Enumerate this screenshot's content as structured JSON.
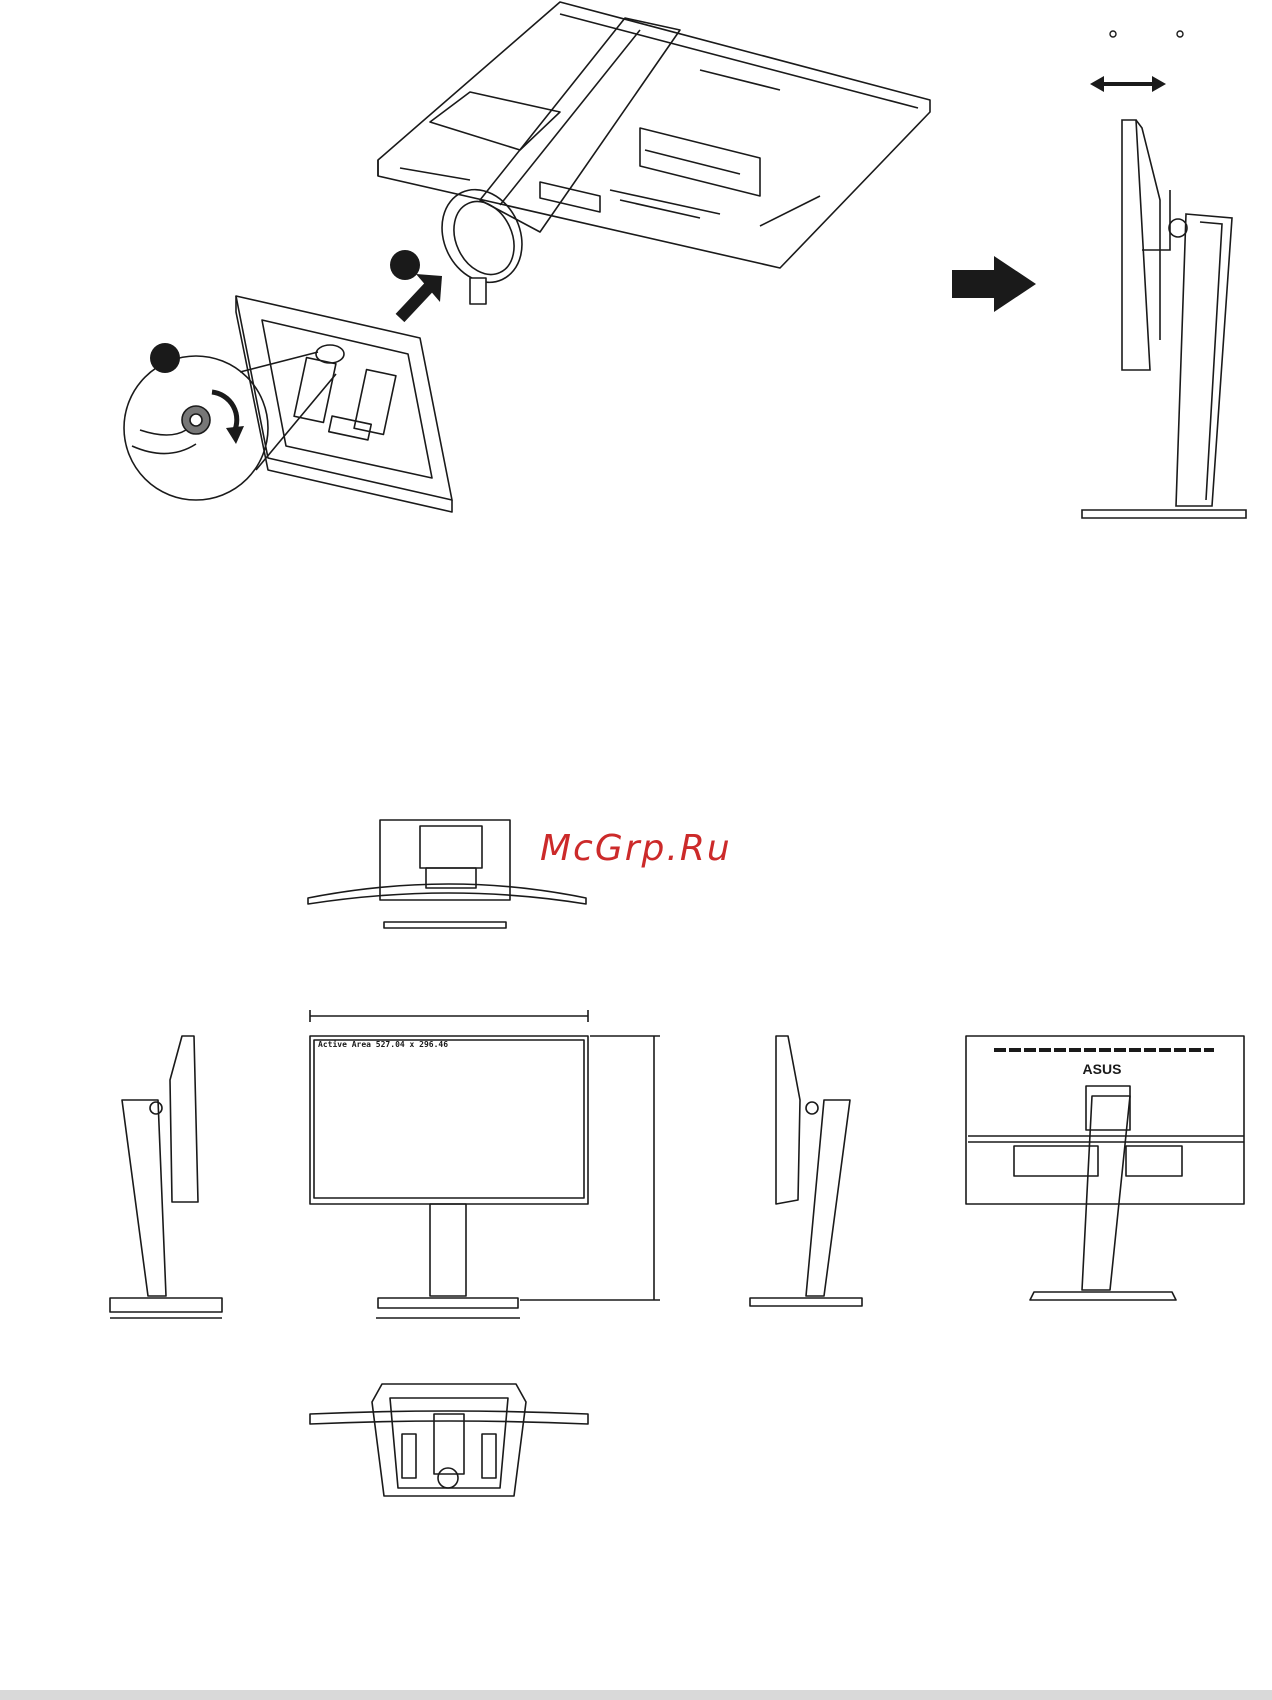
{
  "watermark": {
    "text": "McGrp.Ru"
  },
  "step_markers": [
    "step-1",
    "step-2"
  ],
  "front_view": {
    "active_area_label": "Active Area 527.04 x 296.46"
  },
  "rear_view": {
    "logo": "ASUS"
  },
  "colors": {
    "line": "#1a1a1a",
    "fill_dark": "#1a1a1a",
    "watermark": "#cc2a2a",
    "bar": "#d9d9d9"
  },
  "icons": [
    "arrow-right-icon",
    "double-arrow-icon",
    "rotate-arrow-icon",
    "push-arrow-icon"
  ]
}
